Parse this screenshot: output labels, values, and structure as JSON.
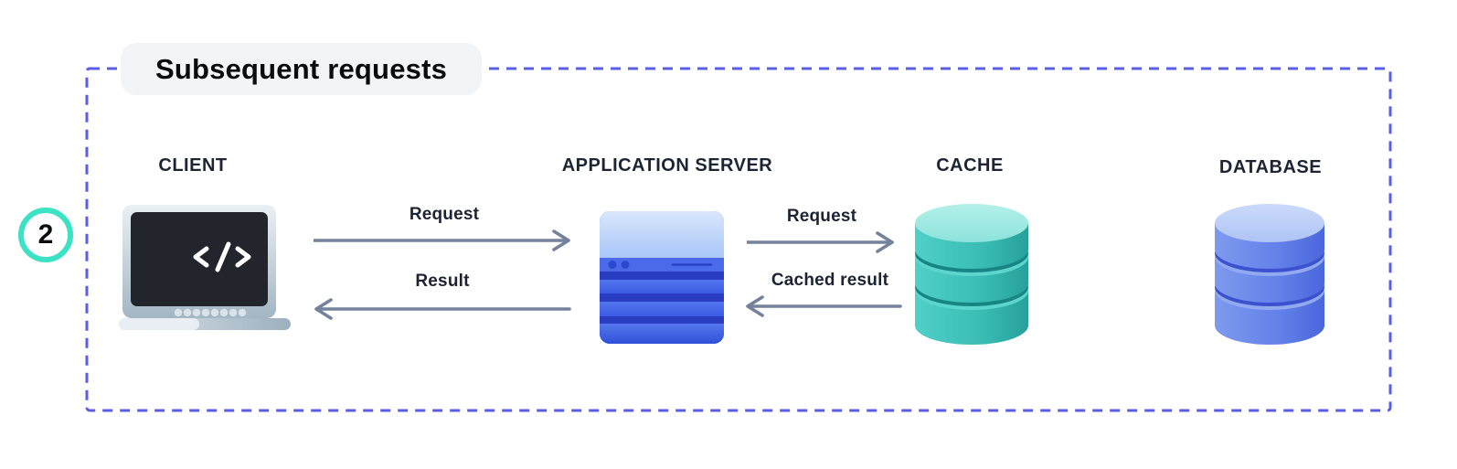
{
  "diagram": {
    "title": "Subsequent requests",
    "step_badge": {
      "number": "2"
    },
    "nodes": [
      {
        "label": "CLIENT",
        "icon": "laptop-code-icon"
      },
      {
        "label": "APPLICATION SERVER",
        "icon": "server-icon"
      },
      {
        "label": "CACHE",
        "icon": "cache-cylinder-icon"
      },
      {
        "label": "DATABASE",
        "icon": "database-cylinder-icon"
      }
    ],
    "flows": [
      {
        "label": "Request",
        "direction": "right",
        "from": "CLIENT",
        "to": "APPLICATION SERVER"
      },
      {
        "label": "Result",
        "direction": "left",
        "from": "APPLICATION SERVER",
        "to": "CLIENT"
      },
      {
        "label": "Request",
        "direction": "right",
        "from": "APPLICATION SERVER",
        "to": "CACHE"
      },
      {
        "label": "Cached result",
        "direction": "left",
        "from": "CACHE",
        "to": "APPLICATION SERVER"
      }
    ],
    "colors": {
      "dashed_border": "#5A5EE4",
      "badge_ring": "#3BE2C3",
      "title_pill_bg": "#F3F4F7",
      "label_text": "#1D2433",
      "arrow": "#75829B",
      "server_blue": "#3E5FE4",
      "cache_teal": "#39BCB4",
      "database_blue": "#6280E8",
      "laptop_screen": "#22262C"
    }
  }
}
